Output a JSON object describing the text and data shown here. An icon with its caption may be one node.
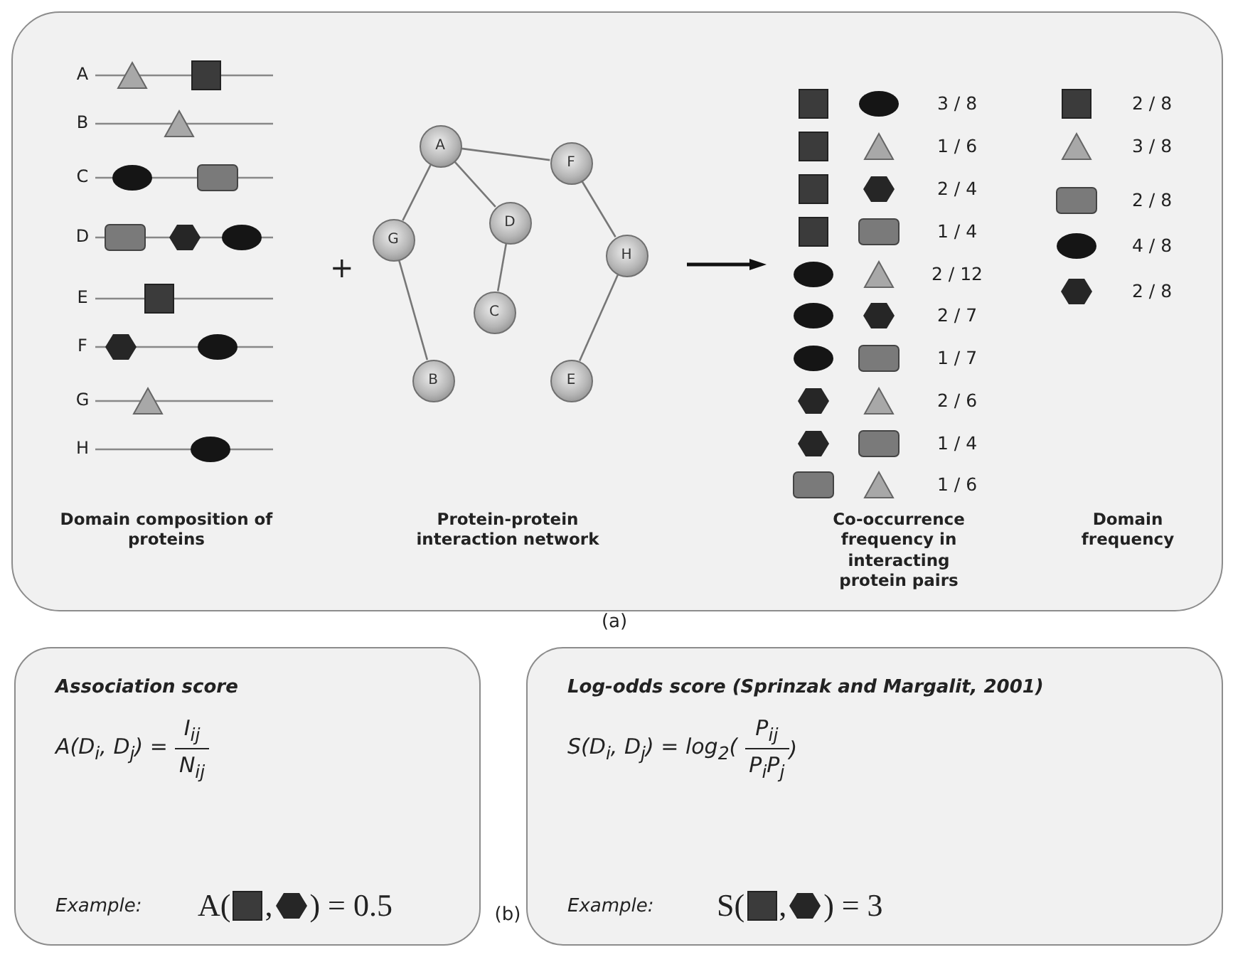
{
  "diagram": {
    "nodes": [
      {
        "text": [],
        "shape": "box",
        "beside": [
          "(a)"
        ]
      },
      {
        "text": [
          "A"
        ],
        "in": 0
      },
      {
        "text": [
          "F"
        ],
        "in": 0
      },
      {
        "text": [
          "G"
        ],
        "in": 0
      },
      {
        "text": [
          "D"
        ],
        "in": 0
      },
      {
        "text": [
          "H"
        ],
        "in": 0
      },
      {
        "text": [
          "C"
        ],
        "in": 0
      },
      {
        "text": [
          "B"
        ],
        "in": 0
      },
      {
        "text": [
          "E"
        ],
        "in": 0
      },
      {
        "text": [
          "Association score",
          "A(D$_{i}$, D$_{j}$) =",
          "I$_{ij}$",
          "N$_{ij}$",
          "Example:",
          "A(",
          ",",
          ") = 0.5"
        ]
      },
      {
        "text": [
          "Log-odds score (Sprinzak and Margalit, 2001)",
          "S(D$_{i}$, D$_{j}$) = log$_{2}$(",
          "P$_{ij}$",
          "P$_{i}$P$_{j}$",
          ")",
          "Example:",
          "S(",
          ",",
          ") = 3"
        ]
      }
    ],
    "edges": [
      {
        "from": 1,
        "to": 3,
        "arrow": "none"
      },
      {
        "from": 1,
        "to": 4,
        "arrow": "none"
      },
      {
        "from": 1,
        "to": 2,
        "arrow": "none"
      },
      {
        "from": 2,
        "to": 5,
        "arrow": "none"
      },
      {
        "from": 4,
        "to": 6,
        "arrow": "none"
      },
      {
        "from": 3,
        "to": 7,
        "arrow": "none"
      },
      {
        "from": 5,
        "to": 8,
        "arrow": "none"
      }
    ],
    "labels": [
      "A",
      "B",
      "C",
      "D",
      "E",
      "F",
      "G",
      "H",
      "+",
      "3 / 8",
      "1 / 6",
      "2 / 4",
      "1 / 4",
      "2 / 12",
      "2 / 7",
      "1 / 7",
      "2 / 6",
      "1 / 4",
      "1 / 6",
      "2 / 8",
      "3 / 8",
      "2 / 8",
      "4 / 8",
      "2 / 8",
      "Domain composition of proteins",
      "Protein-protein interaction network",
      "Co-occurrence frequency in interacting protein pairs",
      "Domain frequency",
      "(b)"
    ]
  }
}
